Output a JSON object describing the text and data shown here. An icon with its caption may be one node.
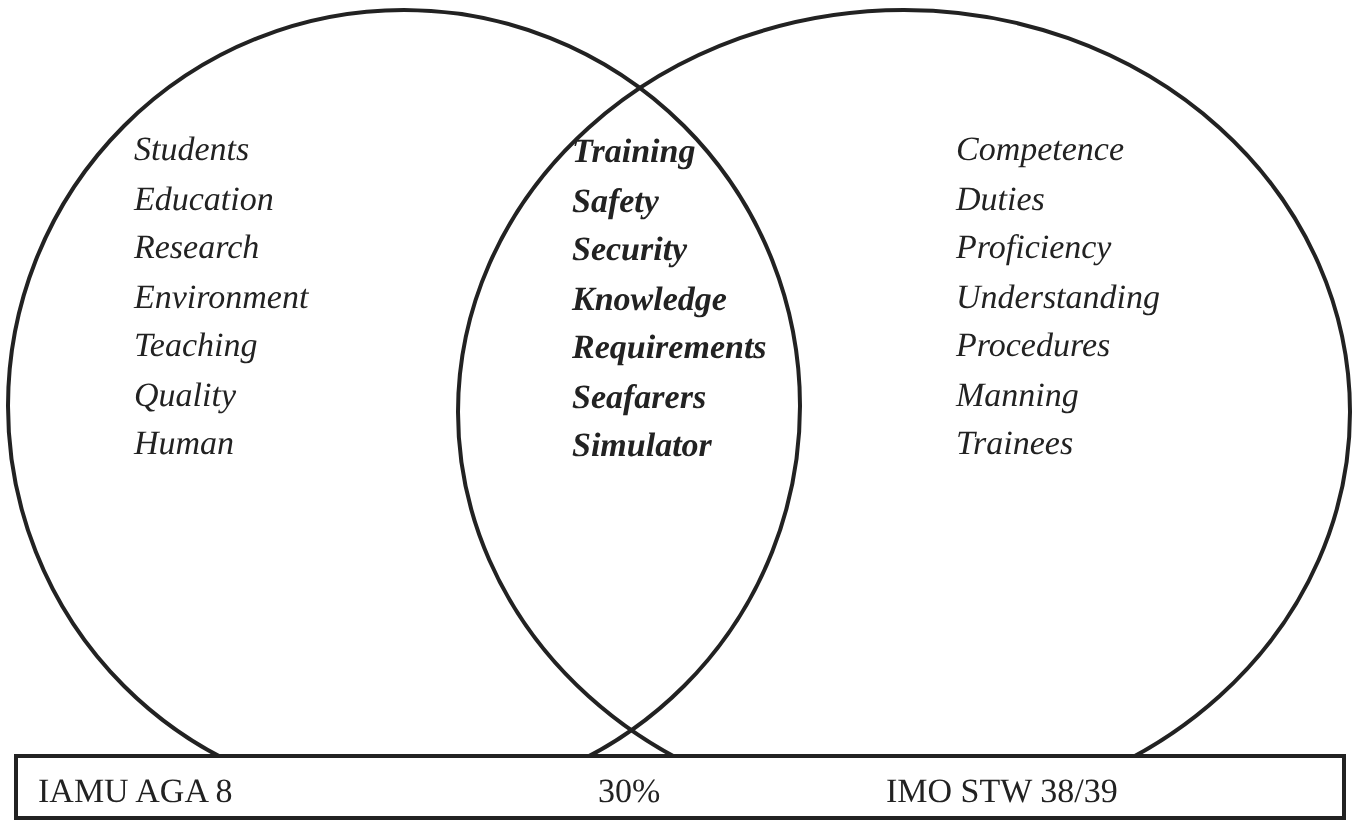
{
  "diagram": {
    "nodes": [
      {
        "text": [
          "Students",
          "Education",
          "Research",
          "Environment",
          "Teaching",
          "Quality",
          "Human"
        ]
      },
      {
        "text": [
          "Competence",
          "Duties",
          "Proficiency",
          "Understanding",
          "Procedures",
          "Manning",
          "Trainees"
        ]
      },
      {
        "text": [
          "IAMU AGA 8",
          "30%",
          "IMO STW 38/39"
        ]
      }
    ],
    "edges": [],
    "labels": [
      "Training",
      "Safety",
      "Security",
      "Knowledge",
      "Requirements",
      "Seafarers",
      "Simulator"
    ]
  }
}
